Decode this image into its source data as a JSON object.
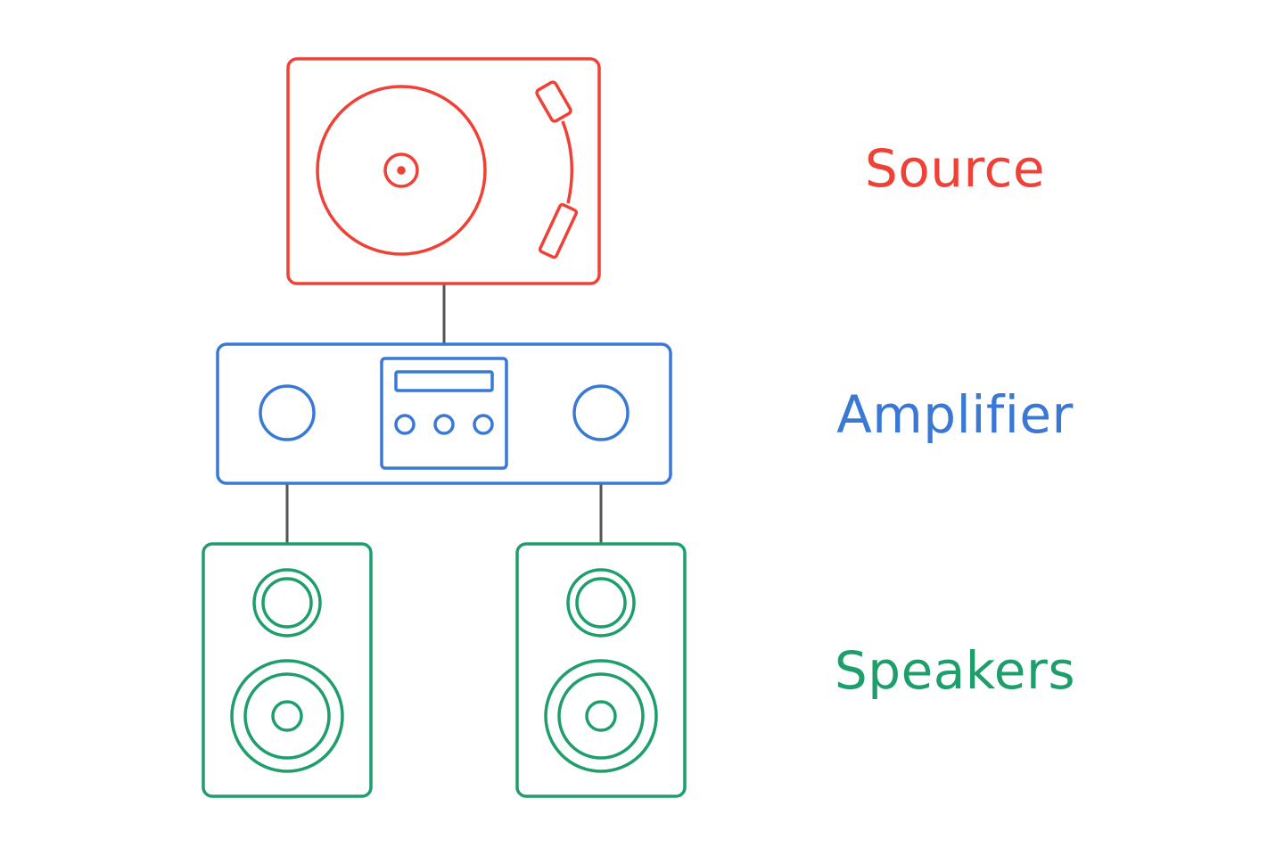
{
  "labels": {
    "source": "Source",
    "amplifier": "Amplifier",
    "speakers": "Speakers"
  },
  "colors": {
    "source": "#EF4136",
    "amplifier": "#3A78D6",
    "speakers": "#1E9E6A",
    "connector": "#555555"
  },
  "icons": [
    "turntable-icon",
    "amplifier-icon",
    "speaker-icon",
    "speaker-icon"
  ]
}
